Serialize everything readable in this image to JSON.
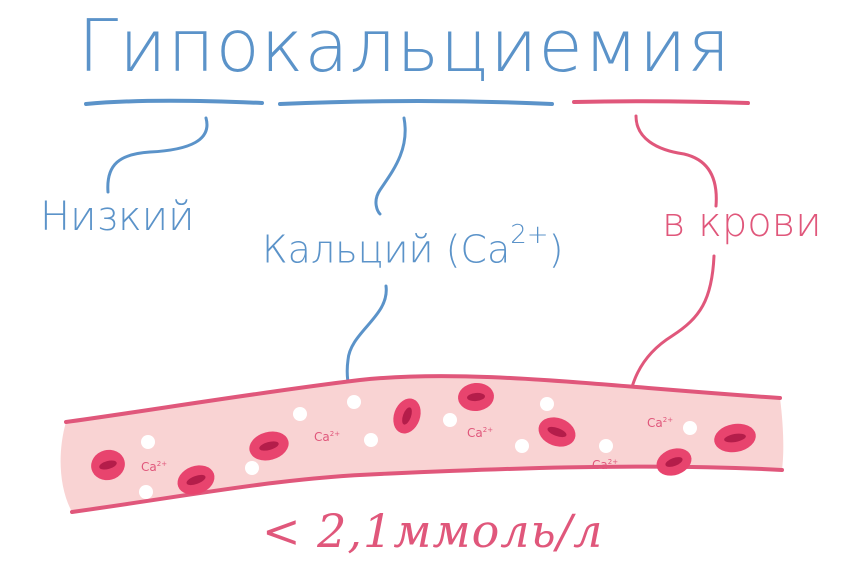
{
  "title": "Гипокальциемия",
  "parts": {
    "low": "Низкий",
    "calcium": "Кальций (Ca",
    "calcium_sup": "2+",
    "calcium_close": ")",
    "in_blood": "в крови"
  },
  "threshold": "< 2,1ммоль/л",
  "ion_label": "Ca",
  "ion_charge": "2+",
  "colors": {
    "blue": "#5b93c9",
    "pink": "#e0577b",
    "vessel": "#f9d3d3"
  }
}
